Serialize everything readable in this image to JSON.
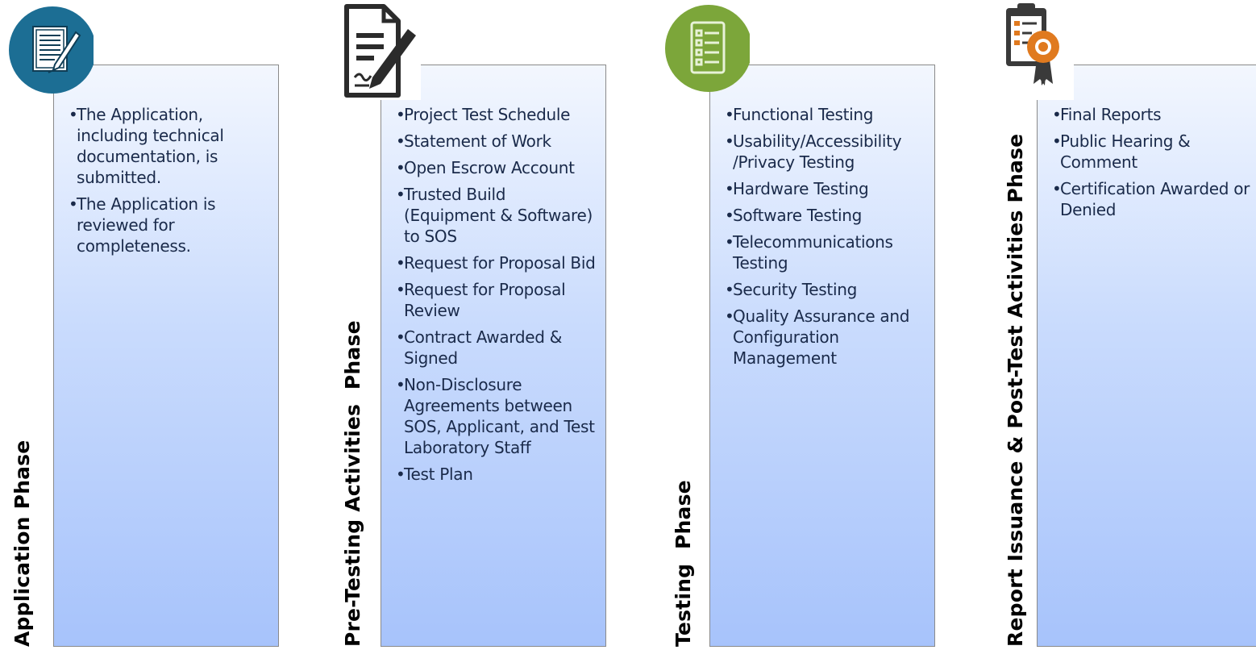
{
  "phases": [
    {
      "title": "Application Phase",
      "icon": "document-edit-icon",
      "items": [
        "The Application, including technical documentation, is submitted.",
        " The Application is reviewed for completeness."
      ]
    },
    {
      "title": "Pre-Testing Activities  Phase",
      "icon": "contract-sign-icon",
      "items": [
        "Project Test Schedule",
        "Statement of Work",
        "Open Escrow Account",
        "Trusted Build (Equipment & Software) to SOS",
        "Request for Proposal Bid",
        "Request for Proposal Review",
        "Contract Awarded & Signed",
        "Non-Disclosure Agreements between SOS, Applicant, and Test Laboratory Staff",
        "Test Plan"
      ]
    },
    {
      "title": "Testing  Phase",
      "icon": "checklist-icon",
      "items": [
        "Functional Testing",
        "Usability/Accessibility /Privacy Testing",
        "Hardware Testing",
        "Software Testing",
        "Telecommunications Testing",
        "Security Testing",
        "Quality Assurance and Configuration Management"
      ]
    },
    {
      "title": "Report Issuance & Post-Test Activities Phase",
      "icon": "clipboard-award-icon",
      "items": [
        "Final Reports",
        "Public Hearing & Comment",
        "Certification Awarded or Denied"
      ]
    }
  ],
  "colors": {
    "icon_blue": "#1c6e94",
    "icon_green": "#7ca63a",
    "card_border": "#8a8a8a"
  }
}
